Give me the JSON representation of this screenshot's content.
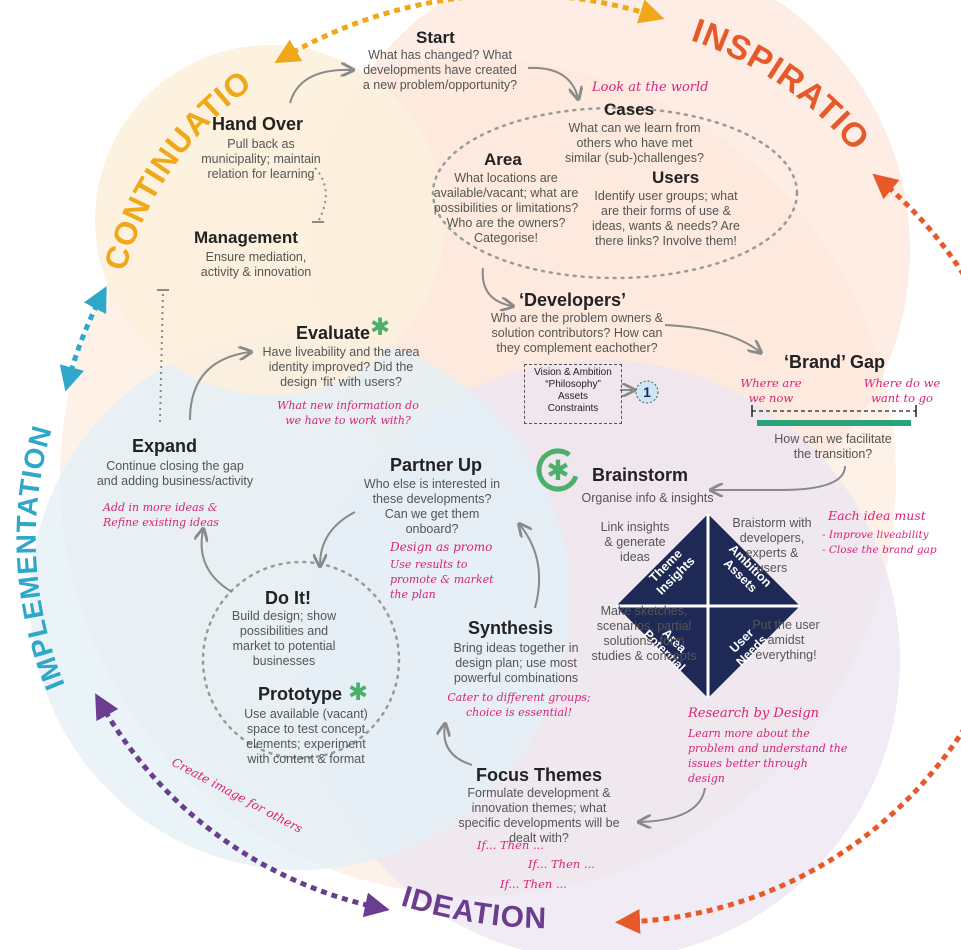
{
  "colors": {
    "inspiration": "#e8592a",
    "ideation": "#6a3d8f",
    "implementation": "#2fa7c9",
    "continuation": "#f0a81b",
    "accent_green": "#4caf6a",
    "handwriting": "#d8237a",
    "diamond": "#1e2a55",
    "teal_bar": "#29a37b"
  },
  "phases": {
    "inspiration": "INSPIRATION",
    "ideation": "IDEATION",
    "implementation": "IMPLEMENTATION",
    "continuation": "CONTINUATION"
  },
  "steps": {
    "start": {
      "title": "Start",
      "text": "What has changed? What developments have created a new problem/opportunity?"
    },
    "cases": {
      "title": "Cases",
      "text": "What can we learn from others who have met similar (sub-)challenges?"
    },
    "area": {
      "title": "Area",
      "text": "What locations are available/vacant; what are possibilities or limitations? Who are the owners? Categorise!"
    },
    "users": {
      "title": "Users",
      "text": "Identify user groups; what are their forms of use & ideas, wants & needs? Are there links? Involve them!"
    },
    "developers": {
      "title": "‘Developers’",
      "text": "Who are the problem owners & solution contributors? How can they complement eachother?"
    },
    "brand_gap": {
      "title": "‘Brand’ Gap",
      "text": "How can we facilitate the transition?"
    },
    "brainstorm": {
      "title": "Brainstorm",
      "text": "Organise info & insights"
    },
    "synthesis": {
      "title": "Synthesis",
      "text": "Bring ideas together in design plan; use most powerful combinations"
    },
    "focus_themes": {
      "title": "Focus Themes",
      "text": "Formulate development & innovation themes; what specific developments will be dealt with?"
    },
    "partner_up": {
      "title": "Partner Up",
      "text": "Who else is interested in these developments? Can we get them onboard?"
    },
    "do_it": {
      "title": "Do It!",
      "text": "Build design; show possibilities and market to potential businesses"
    },
    "prototype": {
      "title": "Prototype",
      "text": "Use available (vacant) space to test concept elements; experiment with content & format"
    },
    "expand": {
      "title": "Expand",
      "text": "Continue closing the gap and adding business/activity"
    },
    "evaluate": {
      "title": "Evaluate",
      "text": "Have liveability and the area identity improved? Did the design ‘fit’ with users?"
    },
    "hand_over": {
      "title": "Hand Over",
      "text": "Pull back as municipality; maintain relation for learning"
    },
    "management": {
      "title": "Management",
      "text": "Ensure mediation, activity & innovation"
    }
  },
  "vision_box": {
    "lines": [
      "Vision & Ambition",
      "“Philosophy”",
      "Assets",
      "Constraints"
    ],
    "badge": "1"
  },
  "diamond": {
    "theme_insights": "Theme Insights",
    "ambition_assets": "Ambition Assets",
    "area_potential": "Area Potential",
    "user_needs": "User Needs",
    "link_text": "Link insights & generate ideas",
    "brainstorm_text": "Braistorm with developers, experts & users",
    "make_text": "Make sketches, scenarios, partial solutions, form studies & concepts",
    "put_text": "Put the user amidst everything!"
  },
  "notes": {
    "look_world": "Look at the world",
    "where_now": "Where are we now",
    "where_go": "Where do we want to go",
    "each_idea_title": "Each idea must",
    "each_idea_1": "- Improve liveability",
    "each_idea_2": "- Close the brand gap",
    "research_title": "Research by Design",
    "research_body": "Learn more about the problem and understand the issues better through design",
    "cater": "Cater to different groups; choice is essential!",
    "design_promo_title": "Design as promo",
    "design_promo_body": "Use results to promote & market the plan",
    "add_ideas": "Add in more ideas & Refine existing ideas",
    "new_info": "What new information do we have to work with?",
    "create_image": "Create image for others",
    "if_then_1": "If... Then ...",
    "if_then_2": "If... Then ...",
    "if_then_3": "If... Then ..."
  }
}
